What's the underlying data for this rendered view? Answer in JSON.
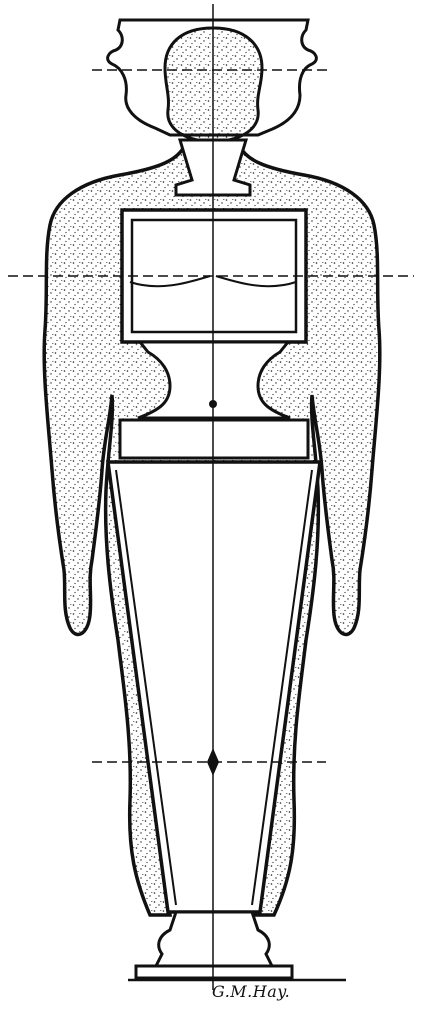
{
  "figure": {
    "subject": "figure-silhouette-with-pedestal-vase",
    "signature_text": "G.M.Hay.",
    "colors": {
      "ink": "#111111",
      "paper": "#ffffff",
      "stipple": "#222222"
    },
    "guide_lines": [
      "head-level-guide",
      "chest-level-guide",
      "knee-level-guide",
      "center-axis"
    ]
  }
}
